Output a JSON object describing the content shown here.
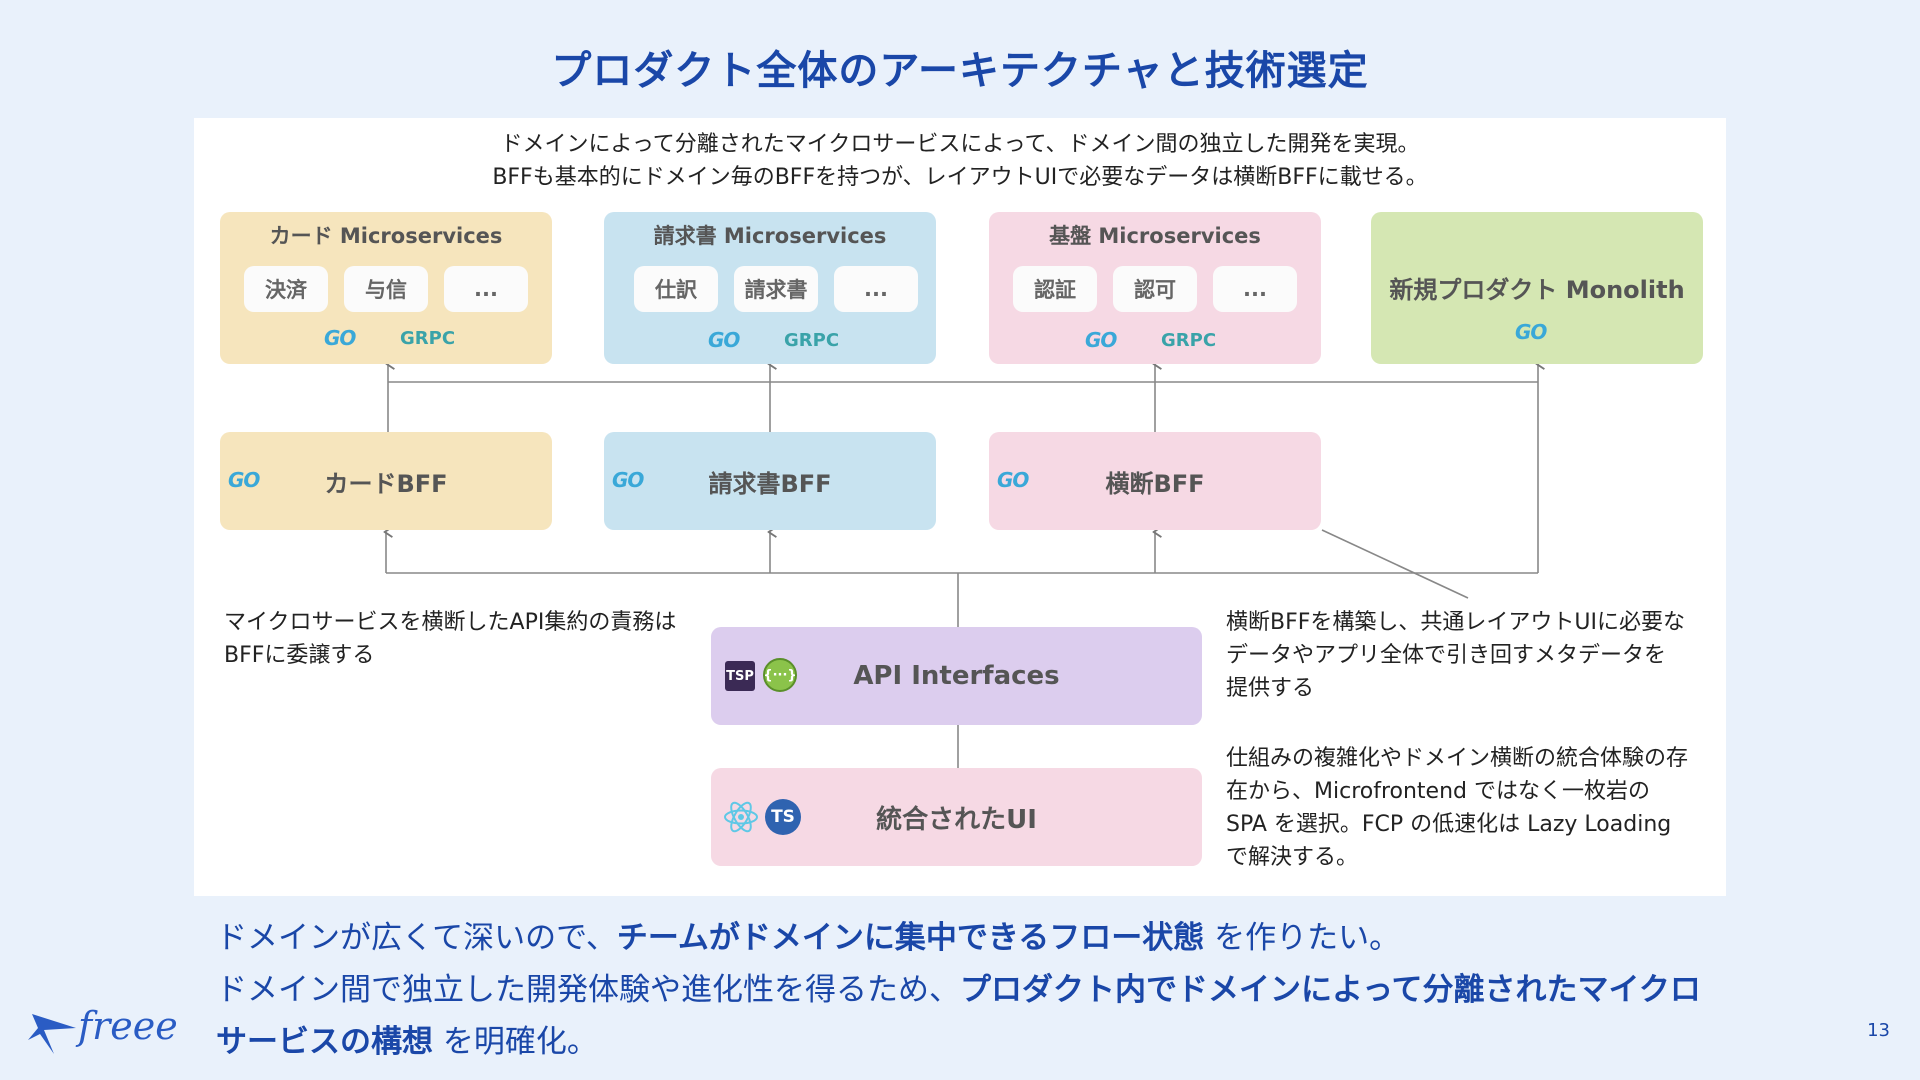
{
  "title": "プロダクト全体のアーキテクチャと技術選定",
  "intro": {
    "line1": "ドメインによって分離されたマイクロサービスによって、ドメイン間の独立した開発を実現。",
    "line2": "BFFも基本的にドメイン毎のBFFを持つが、レイアウトUIで必要なデータは横断BFFに載せる。"
  },
  "microservices": [
    {
      "title": "カード Microservices",
      "items": [
        "決済",
        "与信",
        "..."
      ]
    },
    {
      "title": "請求書 Microservices",
      "items": [
        "仕訳",
        "請求書",
        "..."
      ]
    },
    {
      "title": "基盤 Microservices",
      "items": [
        "認証",
        "認可",
        "..."
      ]
    }
  ],
  "monolith": {
    "title": "新規プロダクト Monolith"
  },
  "logos": {
    "go": "GO",
    "grpc": "GRPC",
    "tsp": "TSP",
    "openapi": "{···}",
    "ts": "TS",
    "react": "react-icon"
  },
  "bff": [
    "カードBFF",
    "請求書BFF",
    "横断BFF"
  ],
  "api": {
    "label": "API Interfaces"
  },
  "ui": {
    "label": "統合されたUI"
  },
  "notes": {
    "left": "マイクロサービスを横断したAPI集約の責務はBFFに委譲する",
    "right1": "横断BFFを構築し、共通レイアウトUIに必要なデータやアプリ全体で引き回すメタデータを提供する",
    "right2": "仕組みの複雑化やドメイン横断の統合体験の存在から、Microfrontend ではなく一枚岩の SPA を選択。FCP の低速化は Lazy Loading で解決する。"
  },
  "bottom": {
    "l1a": "ドメインが広くて深いので、",
    "l1b": "チームがドメインに集中できるフロー状態",
    "l1c": " を作りたい。",
    "l2a": "ドメイン間で独立した開発体験や進化性を得るため、",
    "l2b": "プロダクト内でドメインによって分離されたマイクロ",
    "l3b": "サービスの構想",
    "l3c": " を明確化。"
  },
  "brand": "freee",
  "page_number": "13",
  "colors": {
    "accent": "#1a47a8",
    "card": "#f6e5bd",
    "invoice": "#c8e3f0",
    "base": "#f6d9e4",
    "monolith": "#d5e7b3",
    "api": "#dccdee"
  }
}
